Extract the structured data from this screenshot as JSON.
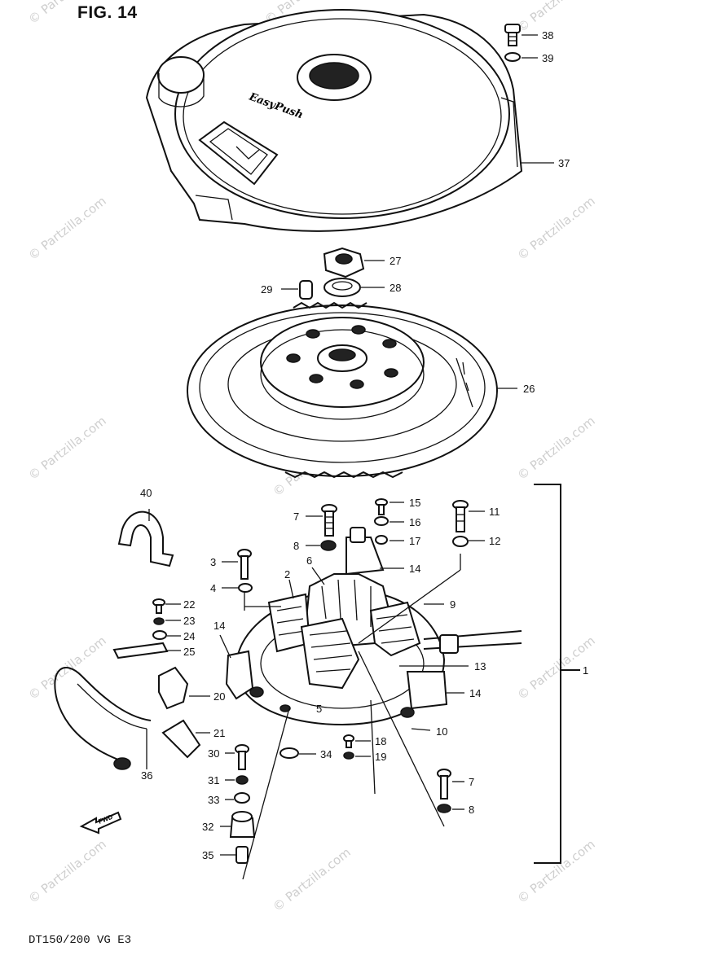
{
  "figure": {
    "title": "FIG. 14",
    "footer_code": "DT150/200 VG E3",
    "cover_brand": "EasyPush",
    "fwd_arrow_text": "FWD",
    "watermark": "© Partzilla.com"
  },
  "callouts": {
    "p1": "1",
    "p2": "2",
    "p3": "3",
    "p4": "4",
    "p5": "5",
    "p6": "6",
    "p7a": "7",
    "p7b": "7",
    "p8a": "8",
    "p8b": "8",
    "p9": "9",
    "p10": "10",
    "p11": "11",
    "p12": "12",
    "p13": "13",
    "p14a": "14",
    "p14b": "14",
    "p14c": "14",
    "p15": "15",
    "p16": "16",
    "p17": "17",
    "p18": "18",
    "p19": "19",
    "p20": "20",
    "p21": "21",
    "p22": "22",
    "p23": "23",
    "p24": "24",
    "p25": "25",
    "p26": "26",
    "p27": "27",
    "p28": "28",
    "p29": "29",
    "p30": "30",
    "p31": "31",
    "p32": "32",
    "p33": "33",
    "p34": "34",
    "p35": "35",
    "p36": "36",
    "p37": "37",
    "p38": "38",
    "p39": "39",
    "p40": "40"
  }
}
